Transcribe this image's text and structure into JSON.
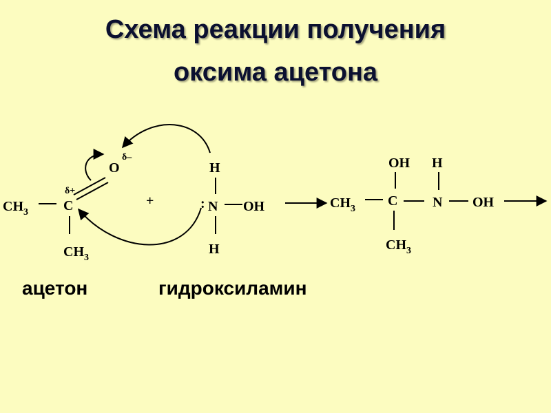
{
  "title": {
    "line1": "Схема реакции получения",
    "line2": "оксима ацетона"
  },
  "acetone": {
    "ch3_left": "CH",
    "ch3_left_sub": "3",
    "carbon": "C",
    "delta_plus": "δ+",
    "oxygen": "O",
    "delta_minus": "δ–",
    "ch3_bottom": "CH",
    "ch3_bottom_sub": "3",
    "name": "ацетон"
  },
  "plus_sign": "+",
  "hydroxylamine": {
    "h_top": "H",
    "lone_pair": ":",
    "nitrogen": "N",
    "oh": "OH",
    "h_bottom": "H",
    "name": "гидроксиламин"
  },
  "product": {
    "ch3_left": "CH",
    "ch3_left_sub": "3",
    "oh_top": "OH",
    "h_top": "H",
    "carbon": "C",
    "nitrogen": "N",
    "oh_right": "OH",
    "ch3_bottom": "CH",
    "ch3_bottom_sub": "3"
  }
}
